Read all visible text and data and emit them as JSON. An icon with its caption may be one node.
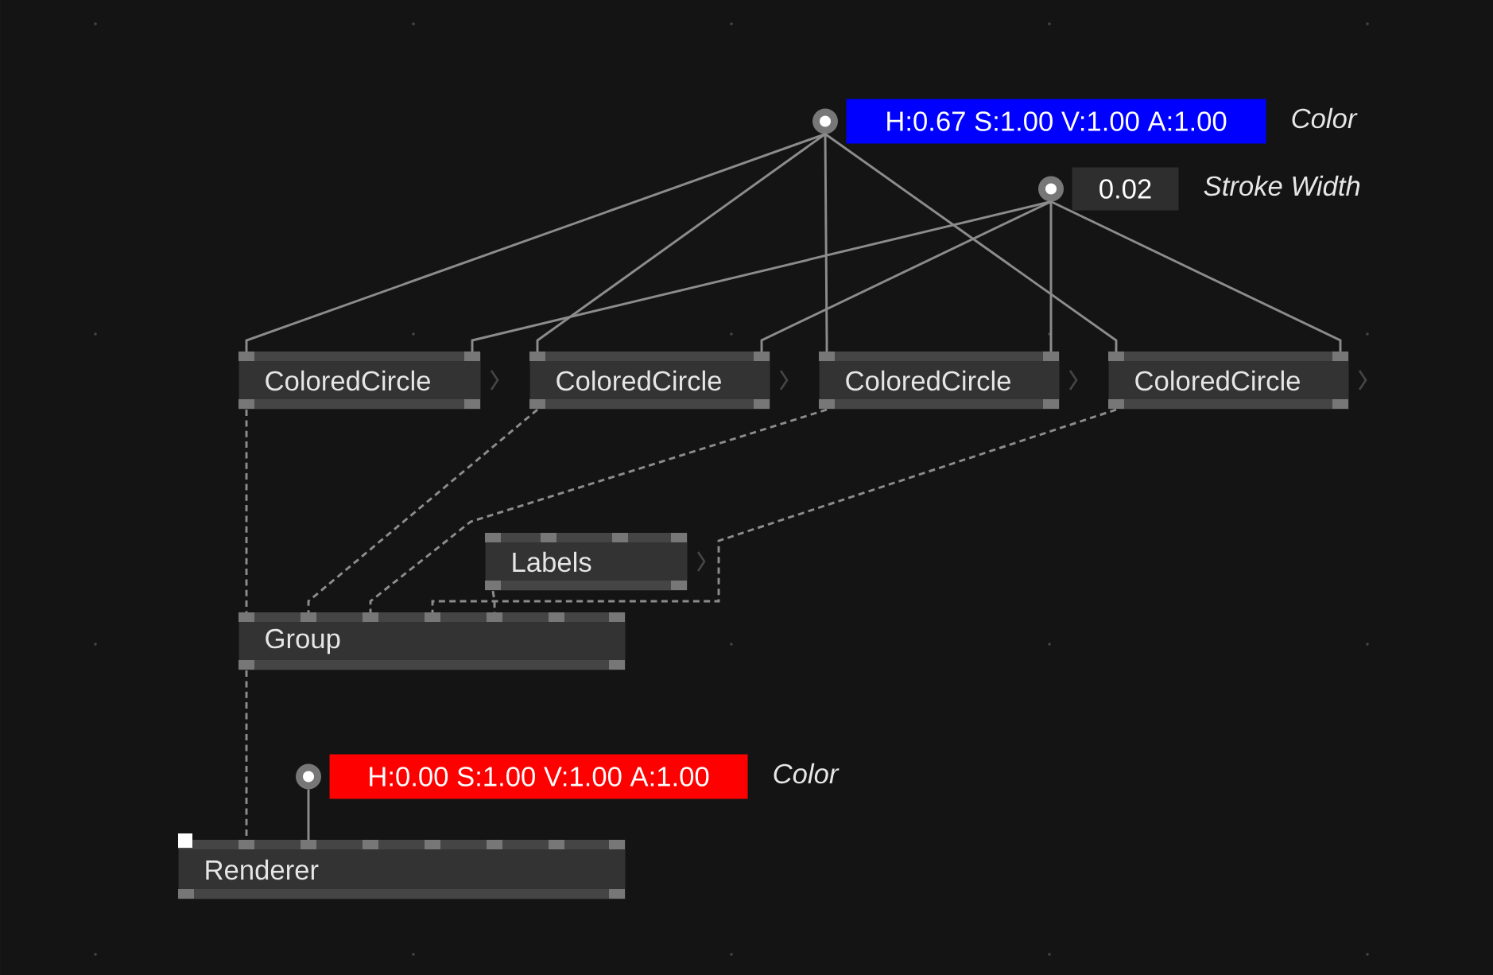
{
  "diagram": {
    "nodes": [
      {
        "text": [
          "H:0.67 S:1.00 V:1.00 A:1.00"
        ],
        "beside": [
          "Color"
        ]
      },
      {
        "text": [
          "0.02"
        ],
        "beside": [
          "Stroke Width"
        ]
      },
      {
        "text": [
          "ColoredCircle"
        ]
      },
      {
        "text": [
          "ColoredCircle"
        ]
      },
      {
        "text": [
          "ColoredCircle"
        ]
      },
      {
        "text": [
          "ColoredCircle"
        ]
      },
      {
        "text": [
          "Labels"
        ]
      },
      {
        "text": [
          "Group"
        ]
      },
      {
        "text": [
          "H:0.00 S:1.00 V:1.00 A:1.00"
        ],
        "beside": [
          "Color"
        ]
      },
      {
        "text": [
          "Renderer"
        ]
      }
    ],
    "edges": [
      {
        "from": 0,
        "to": 2,
        "arrow": "none"
      },
      {
        "from": 0,
        "to": 3,
        "arrow": "none"
      },
      {
        "from": 0,
        "to": 4,
        "arrow": "none"
      },
      {
        "from": 0,
        "to": 5,
        "arrow": "none"
      },
      {
        "from": 1,
        "to": 2,
        "arrow": "none"
      },
      {
        "from": 1,
        "to": 3,
        "arrow": "none"
      },
      {
        "from": 1,
        "to": 4,
        "arrow": "none"
      },
      {
        "from": 1,
        "to": 5,
        "arrow": "none"
      },
      {
        "from": 2,
        "to": 7,
        "arrow": "none",
        "style": "dashed"
      },
      {
        "from": 3,
        "to": 7,
        "arrow": "none",
        "style": "dashed"
      },
      {
        "from": 4,
        "to": 7,
        "arrow": "none",
        "style": "dashed"
      },
      {
        "from": 5,
        "to": 7,
        "arrow": "none",
        "style": "dashed"
      },
      {
        "from": 6,
        "to": 7,
        "arrow": "none",
        "style": "dashed"
      },
      {
        "from": 7,
        "to": 9,
        "arrow": "none",
        "style": "dashed"
      },
      {
        "from": 8,
        "to": 9,
        "arrow": "none"
      }
    ]
  }
}
